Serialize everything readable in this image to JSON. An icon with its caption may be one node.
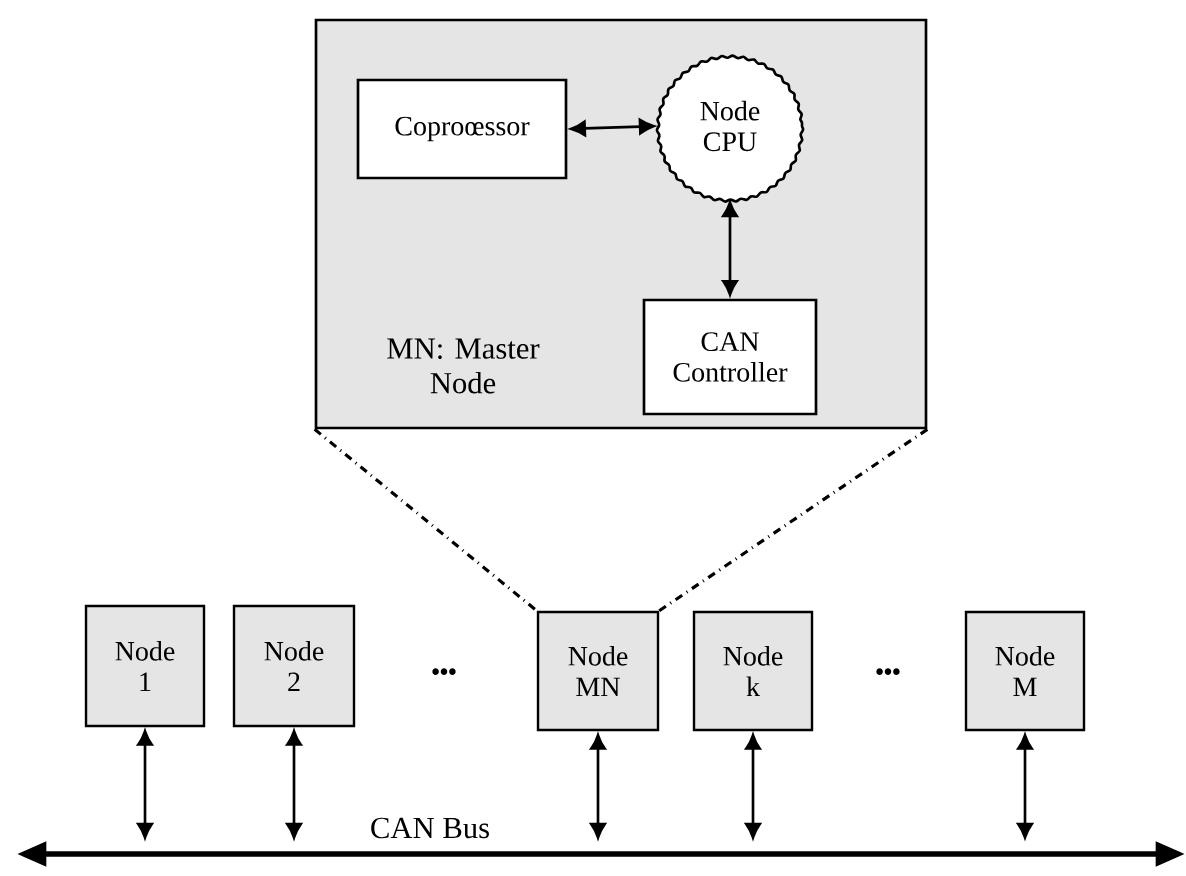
{
  "diagram": {
    "nodes": [
      {
        "text": [
          "MN: Master Node"
        ]
      },
      {
        "text": [
          "Coproœssor"
        ],
        "in": 0
      },
      {
        "text": [
          "Node CPU"
        ],
        "in": 0
      },
      {
        "text": [
          "CAN Controller"
        ],
        "in": 0
      },
      {
        "text": [
          "Node 1"
        ]
      },
      {
        "text": [
          "Node 2"
        ]
      },
      {
        "text": [
          "Node MN"
        ]
      },
      {
        "text": [
          "Node k"
        ]
      },
      {
        "text": [
          "Node M"
        ]
      },
      {
        "text": [],
        "shape": "bar",
        "beside": [
          "CAN Bus"
        ]
      }
    ],
    "edges": [
      {
        "from": 1,
        "to": 2,
        "arrow": "both"
      },
      {
        "from": 2,
        "to": 3,
        "arrow": "both"
      },
      {
        "from": 0,
        "to": 6,
        "arrow": "none",
        "style": "dashed"
      },
      {
        "from": 0,
        "to": 6,
        "arrow": "none",
        "style": "dashed"
      },
      {
        "from": 4,
        "to": 9,
        "arrow": "both"
      },
      {
        "from": 5,
        "to": 9,
        "arrow": "both"
      },
      {
        "from": 6,
        "to": 9,
        "arrow": "both"
      },
      {
        "from": 7,
        "to": 9,
        "arrow": "both"
      },
      {
        "from": 8,
        "to": 9,
        "arrow": "both"
      }
    ],
    "labels": [
      "•••",
      "•••"
    ]
  }
}
